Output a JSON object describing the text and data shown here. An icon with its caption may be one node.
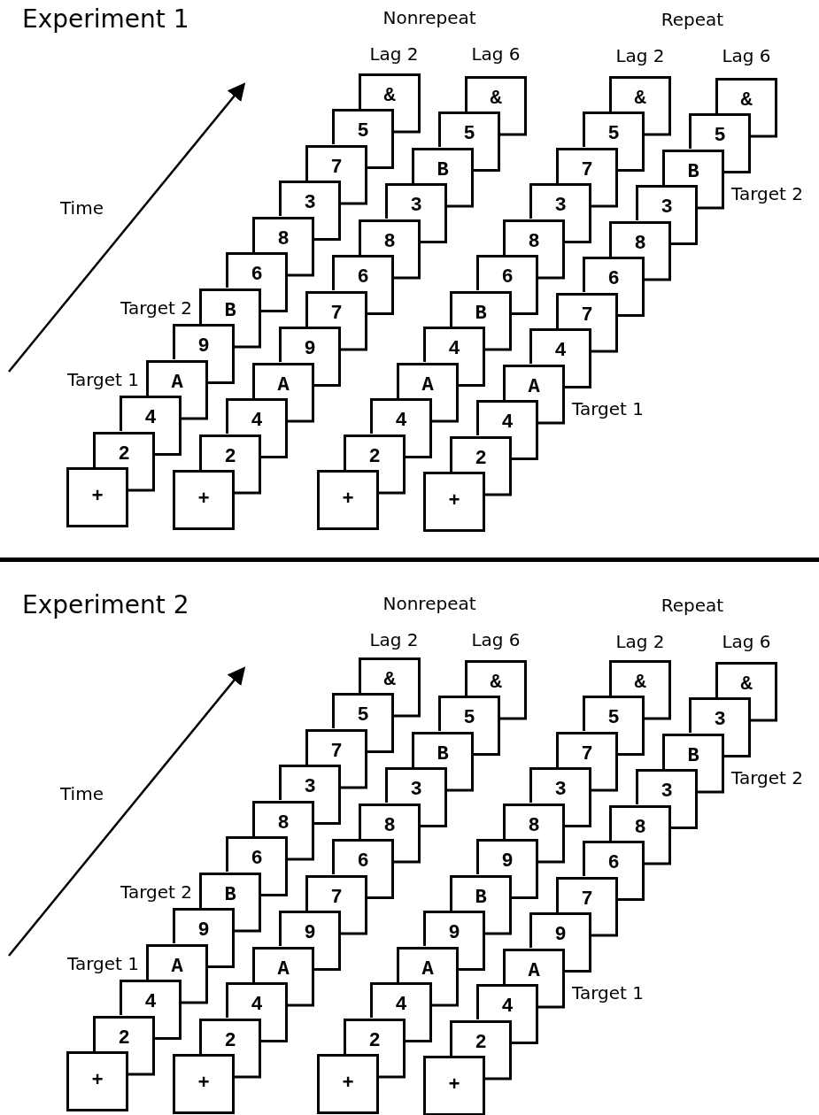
{
  "diagram": {
    "nodes": [
      {
        "text": [
          "+"
        ]
      },
      {
        "text": [
          "2"
        ]
      },
      {
        "text": [
          "4"
        ]
      },
      {
        "text": [
          "A"
        ],
        "beside": [
          "Target 1"
        ]
      },
      {
        "text": [
          "9"
        ]
      },
      {
        "text": [
          "B"
        ],
        "beside": [
          "Target 2"
        ]
      },
      {
        "text": [
          "6"
        ]
      },
      {
        "text": [
          "8"
        ]
      },
      {
        "text": [
          "3"
        ]
      },
      {
        "text": [
          "7"
        ]
      },
      {
        "text": [
          "5"
        ]
      },
      {
        "text": [
          "&"
        ]
      },
      {
        "text": [
          "+"
        ]
      },
      {
        "text": [
          "2"
        ]
      },
      {
        "text": [
          "4"
        ]
      },
      {
        "text": [
          "A"
        ]
      },
      {
        "text": [
          "9"
        ]
      },
      {
        "text": [
          "7"
        ]
      },
      {
        "text": [
          "6"
        ]
      },
      {
        "text": [
          "8"
        ]
      },
      {
        "text": [
          "3"
        ]
      },
      {
        "text": [
          "B"
        ]
      },
      {
        "text": [
          "5"
        ]
      },
      {
        "text": [
          "&"
        ]
      },
      {
        "text": [
          "+"
        ]
      },
      {
        "text": [
          "2"
        ]
      },
      {
        "text": [
          "4"
        ]
      },
      {
        "text": [
          "A"
        ]
      },
      {
        "text": [
          "4"
        ]
      },
      {
        "text": [
          "B"
        ]
      },
      {
        "text": [
          "6"
        ]
      },
      {
        "text": [
          "8"
        ]
      },
      {
        "text": [
          "3"
        ]
      },
      {
        "text": [
          "7"
        ]
      },
      {
        "text": [
          "5"
        ]
      },
      {
        "text": [
          "&"
        ]
      },
      {
        "text": [
          "+"
        ]
      },
      {
        "text": [
          "2"
        ]
      },
      {
        "text": [
          "4"
        ]
      },
      {
        "text": [
          "A"
        ],
        "beside": [
          "Target 1"
        ]
      },
      {
        "text": [
          "4"
        ]
      },
      {
        "text": [
          "7"
        ]
      },
      {
        "text": [
          "6"
        ]
      },
      {
        "text": [
          "8"
        ]
      },
      {
        "text": [
          "3"
        ]
      },
      {
        "text": [
          "B"
        ],
        "beside": [
          "Target 2"
        ]
      },
      {
        "text": [
          "5"
        ]
      },
      {
        "text": [
          "&"
        ]
      },
      {
        "text": [
          "+"
        ]
      },
      {
        "text": [
          "2"
        ]
      },
      {
        "text": [
          "4"
        ]
      },
      {
        "text": [
          "A"
        ],
        "beside": [
          "Target 1"
        ]
      },
      {
        "text": [
          "9"
        ]
      },
      {
        "text": [
          "B"
        ],
        "beside": [
          "Target 2"
        ]
      },
      {
        "text": [
          "6"
        ]
      },
      {
        "text": [
          "8"
        ]
      },
      {
        "text": [
          "3"
        ]
      },
      {
        "text": [
          "7"
        ]
      },
      {
        "text": [
          "5"
        ]
      },
      {
        "text": [
          "&"
        ]
      },
      {
        "text": [
          "+"
        ]
      },
      {
        "text": [
          "2"
        ]
      },
      {
        "text": [
          "4"
        ]
      },
      {
        "text": [
          "A"
        ]
      },
      {
        "text": [
          "9"
        ]
      },
      {
        "text": [
          "7"
        ]
      },
      {
        "text": [
          "6"
        ]
      },
      {
        "text": [
          "8"
        ]
      },
      {
        "text": [
          "3"
        ]
      },
      {
        "text": [
          "B"
        ]
      },
      {
        "text": [
          "5"
        ]
      },
      {
        "text": [
          "&"
        ]
      },
      {
        "text": [
          "+"
        ]
      },
      {
        "text": [
          "2"
        ]
      },
      {
        "text": [
          "4"
        ]
      },
      {
        "text": [
          "A"
        ]
      },
      {
        "text": [
          "9"
        ]
      },
      {
        "text": [
          "B"
        ]
      },
      {
        "text": [
          "9"
        ]
      },
      {
        "text": [
          "8"
        ]
      },
      {
        "text": [
          "3"
        ]
      },
      {
        "text": [
          "7"
        ]
      },
      {
        "text": [
          "5"
        ]
      },
      {
        "text": [
          "&"
        ]
      },
      {
        "text": [
          "+"
        ]
      },
      {
        "text": [
          "2"
        ]
      },
      {
        "text": [
          "4"
        ]
      },
      {
        "text": [
          "A"
        ],
        "beside": [
          "Target 1"
        ]
      },
      {
        "text": [
          "9"
        ]
      },
      {
        "text": [
          "7"
        ]
      },
      {
        "text": [
          "6"
        ]
      },
      {
        "text": [
          "8"
        ]
      },
      {
        "text": [
          "3"
        ]
      },
      {
        "text": [
          "B"
        ],
        "beside": [
          "Target 2"
        ]
      },
      {
        "text": [
          "3"
        ]
      },
      {
        "text": [
          "&"
        ]
      }
    ],
    "labels": [
      "Experiment 1",
      "Nonrepeat",
      "Repeat",
      "Lag 2",
      "Lag 6",
      "Lag 2",
      "Lag 6",
      "Time",
      "Experiment 2",
      "Nonrepeat",
      "Repeat",
      "Lag 2",
      "Lag 6",
      "Lag 2",
      "Lag 6",
      "Time"
    ]
  }
}
